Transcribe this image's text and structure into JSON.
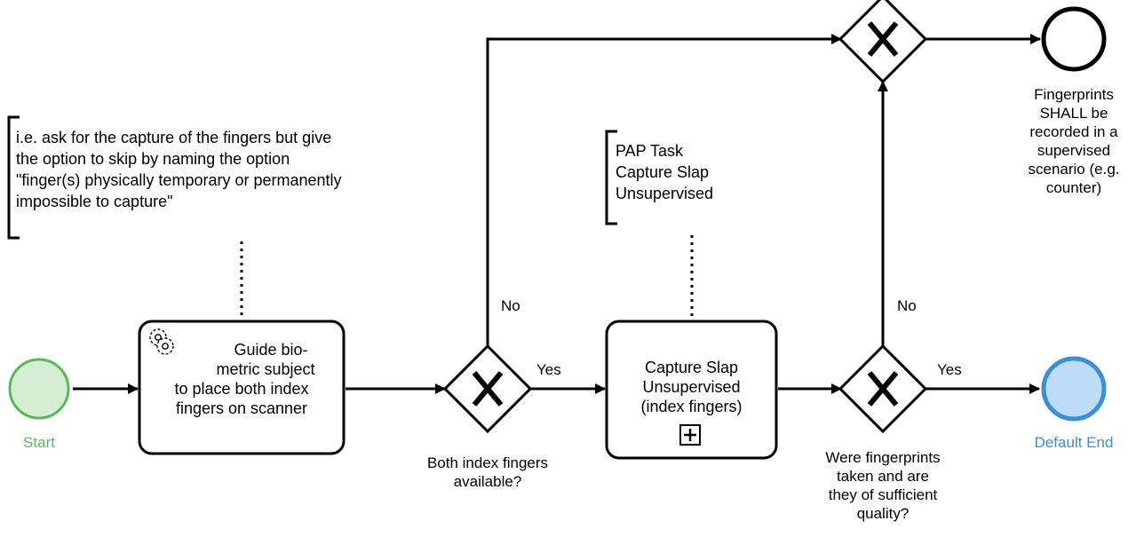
{
  "events": {
    "start_label": "Start",
    "default_end_label": "Default End",
    "supervised_end_label": "Fingerprints SHALL be recorded in a supervised scenario (e.g. counter)",
    "supervised_end_lines": [
      "Fingerprints",
      "SHALL be",
      "recorded in a",
      "supervised",
      "scenario (e.g.",
      "counter)"
    ]
  },
  "tasks": {
    "guide": {
      "lines": [
        "Guide bio-",
        "metric subject",
        "to place both index",
        "fingers on scanner"
      ],
      "icon": "gears-icon"
    },
    "capture": {
      "lines": [
        "Capture Slap",
        "Unsupervised",
        "(index fingers)"
      ],
      "marker": "subprocess-plus-icon"
    }
  },
  "gateways": {
    "g1": {
      "lines": [
        "Both index fingers",
        "available?"
      ]
    },
    "g2": {
      "lines": [
        "Were fingerprints",
        "taken and are",
        "they of sufficient",
        "quality?"
      ]
    }
  },
  "flows": {
    "g1_yes": "Yes",
    "g1_no": "No",
    "g2_yes": "Yes",
    "g2_no": "No"
  },
  "annotations": {
    "skip_option": {
      "lines": [
        "i.e. ask for the capture of the fingers but give",
        "the option to skip by naming the option",
        "\"finger(s) physically temporary or permanently",
        "impossible to capture\""
      ]
    },
    "pap_task": {
      "lines": [
        "PAP Task",
        "Capture Slap",
        "Unsupervised"
      ]
    }
  },
  "colors": {
    "start_stroke": "#5cb85c",
    "start_fill": "#d5edd3",
    "start_text": "#5cb85c",
    "end_stroke": "#3b8fd9",
    "end_fill": "#bcdcf8",
    "end_text": "#3b8fd9",
    "line": "#000000"
  }
}
